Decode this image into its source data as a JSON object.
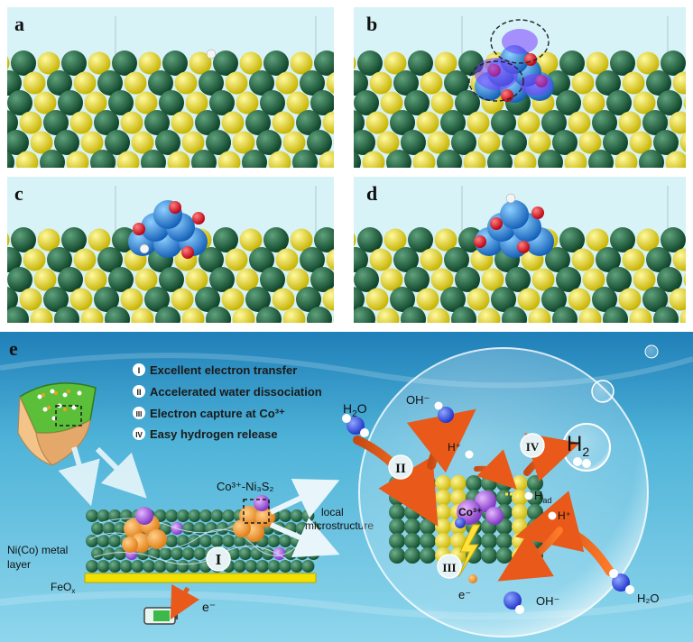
{
  "panels": [
    {
      "letter": "a"
    },
    {
      "letter": "b"
    },
    {
      "letter": "c"
    },
    {
      "letter": "d"
    }
  ],
  "scheme": {
    "letter": "e",
    "legend": [
      {
        "numeral": "I",
        "text": "Excellent electron transfer"
      },
      {
        "numeral": "II",
        "text": "Accelerated water dissociation"
      },
      {
        "numeral": "III",
        "text": "Electron capture at Co³⁺"
      },
      {
        "numeral": "IV",
        "text": "Easy hydrogen release"
      }
    ],
    "cluster_label": "Co³⁺-Ni₃S₂",
    "metal_layer_label_line1": "Ni(Co) metal",
    "metal_layer_label_line2": "layer",
    "feox_label": "FeO",
    "feox_sub": "x",
    "local_line1": "local",
    "local_line2": "microstructure",
    "electron_label": "e⁻",
    "roman_I": "I",
    "roman_II": "II",
    "roman_III": "III",
    "roman_IV": "IV",
    "h2o_left": "H",
    "h2o_left_sub": "2",
    "h2o_left_end": "O",
    "h2o_right": "H₂O",
    "oh_top": "OH⁻",
    "oh_bottom": "OH⁻",
    "hplus_1": "H⁺",
    "hplus_2": "H⁺",
    "had_main": "H",
    "had_sub": "ad",
    "co3_label": "Co³⁺",
    "e_bubble": "e⁻",
    "h2_main": "H",
    "h2_sub": "2"
  }
}
